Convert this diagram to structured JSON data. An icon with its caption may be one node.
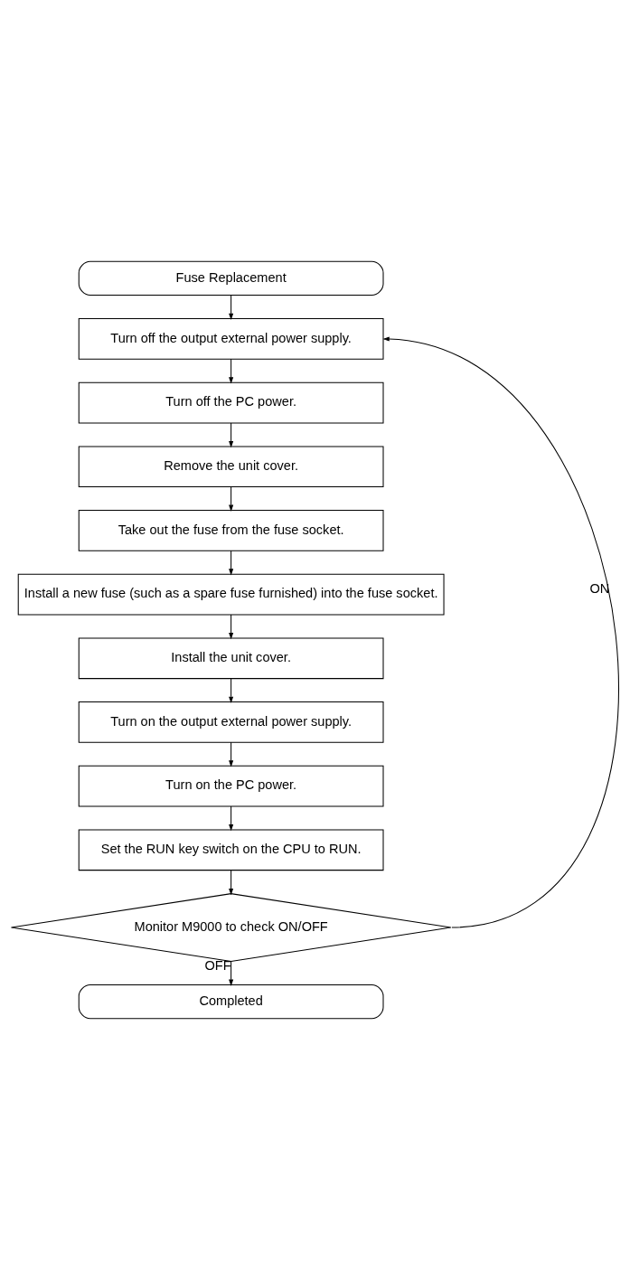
{
  "diagram": {
    "nodes": [
      {
        "text": [
          "Fuse Replacement"
        ]
      },
      {
        "text": [
          "Turn off the output external power supply."
        ]
      },
      {
        "text": [
          "Turn off the PC power."
        ]
      },
      {
        "text": [
          "Remove the unit cover."
        ]
      },
      {
        "text": [
          "Take out the fuse from the fuse socket."
        ]
      },
      {
        "text": [
          "Install a new fuse (such as a spare fuse furnished) into the fuse socket."
        ]
      },
      {
        "text": [
          "Install the unit cover."
        ]
      },
      {
        "text": [
          "Turn on the output external power supply."
        ]
      },
      {
        "text": [
          "Turn on the PC power."
        ]
      },
      {
        "text": [
          "Set the RUN key switch on the CPU to RUN."
        ]
      },
      {
        "text": [
          "Monitor M9000 to check ON/OFF"
        ]
      },
      {
        "text": [
          "Completed"
        ]
      }
    ],
    "edges": [
      {
        "from": 0,
        "to": 1,
        "arrow": "to"
      },
      {
        "from": 1,
        "to": 2,
        "arrow": "to"
      },
      {
        "from": 2,
        "to": 3,
        "arrow": "to"
      },
      {
        "from": 3,
        "to": 4,
        "arrow": "to"
      },
      {
        "from": 4,
        "to": 5,
        "arrow": "to"
      },
      {
        "from": 5,
        "to": 6,
        "arrow": "to"
      },
      {
        "from": 6,
        "to": 7,
        "arrow": "to"
      },
      {
        "from": 7,
        "to": 8,
        "arrow": "to"
      },
      {
        "from": 8,
        "to": 9,
        "arrow": "to"
      },
      {
        "from": 9,
        "to": 10,
        "arrow": "to"
      },
      {
        "from": 10,
        "to": 11,
        "label": "OFF",
        "arrow": "to"
      },
      {
        "from": 10,
        "to": 1,
        "label": "ON",
        "arrow": "to"
      }
    ]
  }
}
